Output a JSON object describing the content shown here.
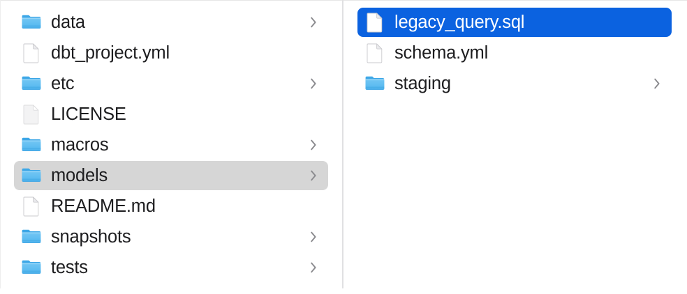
{
  "window": {
    "view_mode": "column",
    "background_color": "#ffffff",
    "divider_color": "#e0e0e2",
    "text_color": "#1d1d1f",
    "active_selection_color": "#0b62e0",
    "active_selection_text_color": "#ffffff",
    "inactive_selection_color": "#d6d6d6",
    "chevron_color": "#8a8a8e",
    "folder_icon_color": "#4fb2f0",
    "document_icon_color": "#ffffff"
  },
  "columns": [
    {
      "name": "parent-column",
      "index": 0,
      "items": [
        {
          "label": "data",
          "kind": "folder",
          "icon": "folder-icon",
          "has_chevron": true,
          "selected": false,
          "selection_state": "none"
        },
        {
          "label": "dbt_project.yml",
          "kind": "file",
          "icon": "document-icon",
          "has_chevron": false,
          "selected": false,
          "selection_state": "none"
        },
        {
          "label": "etc",
          "kind": "folder",
          "icon": "folder-icon",
          "has_chevron": true,
          "selected": false,
          "selection_state": "none"
        },
        {
          "label": "LICENSE",
          "kind": "file",
          "icon": "plain-document-icon",
          "has_chevron": false,
          "selected": false,
          "selection_state": "none"
        },
        {
          "label": "macros",
          "kind": "folder",
          "icon": "folder-icon",
          "has_chevron": true,
          "selected": false,
          "selection_state": "none"
        },
        {
          "label": "models",
          "kind": "folder",
          "icon": "folder-icon",
          "has_chevron": true,
          "selected": true,
          "selection_state": "inactive"
        },
        {
          "label": "README.md",
          "kind": "file",
          "icon": "document-icon",
          "has_chevron": false,
          "selected": false,
          "selection_state": "none"
        },
        {
          "label": "snapshots",
          "kind": "folder",
          "icon": "folder-icon",
          "has_chevron": true,
          "selected": false,
          "selection_state": "none"
        },
        {
          "label": "tests",
          "kind": "folder",
          "icon": "folder-icon",
          "has_chevron": true,
          "selected": false,
          "selection_state": "none"
        }
      ]
    },
    {
      "name": "child-column",
      "index": 1,
      "items": [
        {
          "label": "legacy_query.sql",
          "kind": "file",
          "icon": "document-icon",
          "has_chevron": false,
          "selected": true,
          "selection_state": "active"
        },
        {
          "label": "schema.yml",
          "kind": "file",
          "icon": "document-icon",
          "has_chevron": false,
          "selected": false,
          "selection_state": "none"
        },
        {
          "label": "staging",
          "kind": "folder",
          "icon": "folder-icon",
          "has_chevron": true,
          "selected": false,
          "selection_state": "none"
        }
      ]
    }
  ]
}
